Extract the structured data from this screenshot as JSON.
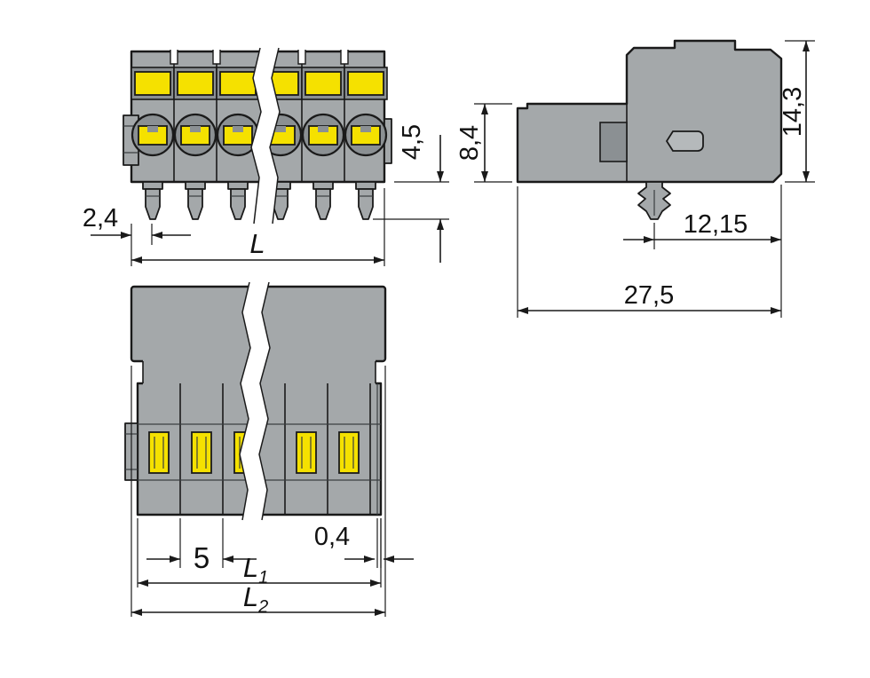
{
  "drawing": {
    "title": "connector-dimensional-drawing",
    "dims": {
      "pin_offset": "2,4",
      "pin_length": "4,5",
      "length_total": "L",
      "plug_height": "8,4",
      "total_height": "14,3",
      "foot_to_edge": "12,15",
      "depth_total": "27,5",
      "pole_pitch": "5",
      "wall_thickness": "0,4",
      "l1_main": "L",
      "l1_sub": "1",
      "l2_main": "L",
      "l2_sub": "2"
    },
    "colors": {
      "body_grey": "#a4a8aa",
      "recess_grey": "#8b9093",
      "accent_yellow": "#f5e100",
      "line_black": "#1a1a1a",
      "background": "#ffffff"
    }
  }
}
